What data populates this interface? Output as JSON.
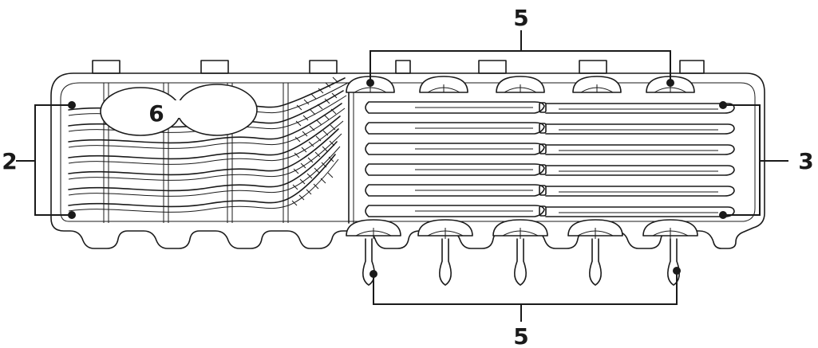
{
  "callout_labels": {
    "top_holders": "5",
    "bottom_holders": "5",
    "left_forks": "2",
    "right_knives": "3",
    "spoons": "6"
  }
}
